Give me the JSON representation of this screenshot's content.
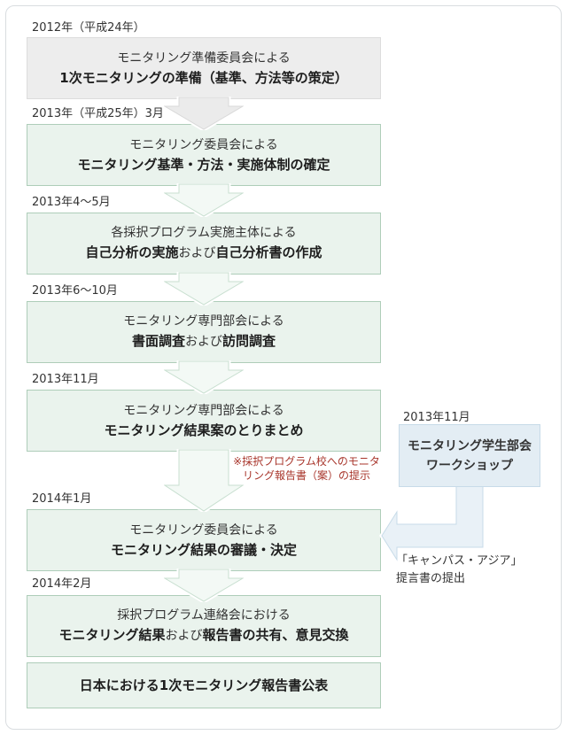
{
  "colors": {
    "panel-border": "#d9dde0",
    "gray-box-bg": "#ededed",
    "gray-box-border": "#dcdcdc",
    "green-box-bg": "#eaf3ed",
    "green-box-border": "#aecdb9",
    "gray-arrow-fill": "#ebebeb",
    "gray-arrow-stroke": "#d9d9d9",
    "green-arrow-fill": "#f3f9f5",
    "green-arrow-stroke": "#c8dfd0",
    "blue-box-bg": "#e3edf4",
    "blue-box-border": "#c7dbe8",
    "blue-arrow-fill": "#e9f1f7",
    "blue-arrow-stroke": "#c7dbe8",
    "annotation-red": "#a8352b",
    "text-dark": "#333333",
    "text-bold": "#1e1e1e"
  },
  "flow": {
    "steps": [
      {
        "date": "2012年（平成24年）",
        "line1": "モニタリング準備委員会による",
        "line2": [
          {
            "t": "1次モニタリングの準備（基準、方法等の策定）",
            "b": true
          }
        ]
      },
      {
        "date": "2013年（平成25年）3月",
        "line1": "モニタリング委員会による",
        "line2": [
          {
            "t": "モニタリング基準・方法・実施体制の確定",
            "b": true
          }
        ]
      },
      {
        "date": "2013年4～5月",
        "line1": "各採択プログラム実施主体による",
        "line2": [
          {
            "t": "自己分析の実施",
            "b": true
          },
          {
            "t": "および",
            "b": false
          },
          {
            "t": "自己分析書の作成",
            "b": true
          }
        ]
      },
      {
        "date": "2013年6～10月",
        "line1": "モニタリング専門部会による",
        "line2": [
          {
            "t": "書面調査",
            "b": true
          },
          {
            "t": "および",
            "b": false
          },
          {
            "t": "訪問調査",
            "b": true
          }
        ]
      },
      {
        "date": "2013年11月",
        "line1": "モニタリング専門部会による",
        "line2": [
          {
            "t": "モニタリング結果案のとりまとめ",
            "b": true
          }
        ]
      },
      {
        "date": "2014年1月",
        "line1": "モニタリング委員会による",
        "line2": [
          {
            "t": "モニタリング結果の審議・決定",
            "b": true
          }
        ]
      },
      {
        "date": "2014年2月",
        "line1": "採択プログラム連絡会における",
        "line2": [
          {
            "t": "モニタリング結果",
            "b": true
          },
          {
            "t": "および",
            "b": false
          },
          {
            "t": "報告書の共有、意見交換",
            "b": true
          }
        ]
      }
    ],
    "final_box": {
      "text": "日本における1次モニタリング報告書公表"
    },
    "annotation": {
      "line1": "※採択プログラム校へのモニタ",
      "line2": "リング報告書（案）の提示"
    }
  },
  "side": {
    "date": "2013年11月",
    "box_line1": "モニタリング学生部会",
    "box_line2": "ワークショップ",
    "caption_line1": "「キャンパス・アジア」",
    "caption_line2": "提言書の提出"
  }
}
